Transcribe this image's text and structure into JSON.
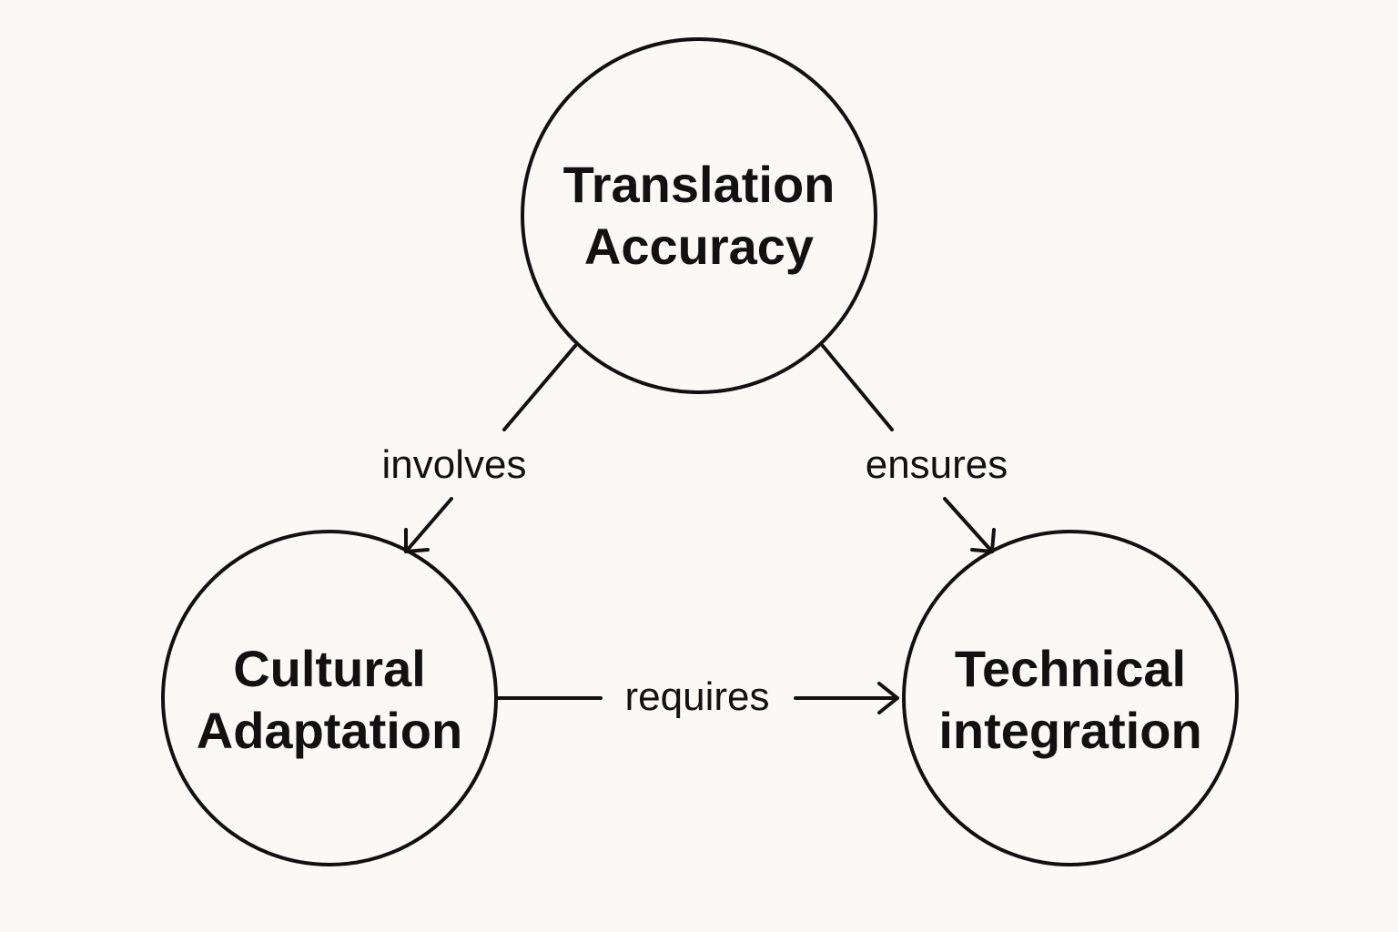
{
  "nodes": [
    {
      "id": "translation_accuracy",
      "line1": "Translation",
      "line2": "Accuracy"
    },
    {
      "id": "cultural_adaptation",
      "line1": "Cultural",
      "line2": "Adaptation"
    },
    {
      "id": "technical_integration",
      "line1": "Technical",
      "line2": "integration"
    }
  ],
  "edges": [
    {
      "from": "translation_accuracy",
      "to": "cultural_adaptation",
      "label": "involves"
    },
    {
      "from": "translation_accuracy",
      "to": "technical_integration",
      "label": "ensures"
    },
    {
      "from": "cultural_adaptation",
      "to": "technical_integration",
      "label": "requires"
    }
  ],
  "colors": {
    "background": "#faf9f6",
    "stroke": "#111111",
    "text": "#111111"
  }
}
